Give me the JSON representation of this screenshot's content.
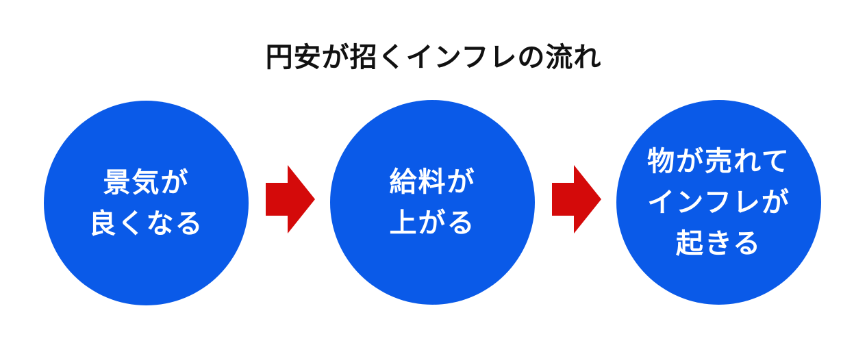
{
  "title": "円安が招くインフレの流れ",
  "colors": {
    "circle_fill": "#0a5ae8",
    "arrow_fill": "#d40a0a",
    "text_on_circle": "#ffffff",
    "title_text": "#111111"
  },
  "steps": [
    {
      "lines": [
        "景気が",
        "良くなる"
      ]
    },
    {
      "lines": [
        "給料が",
        "上がる"
      ]
    },
    {
      "lines": [
        "物が売れて",
        "インフレが",
        "起きる"
      ]
    }
  ],
  "connectors": [
    {
      "icon": "right-arrow-icon"
    },
    {
      "icon": "right-arrow-icon"
    }
  ]
}
